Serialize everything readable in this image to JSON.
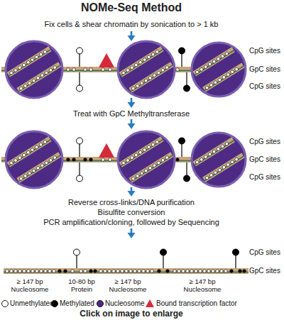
{
  "diagram": {
    "title": "NOMe-Seq Method",
    "caption": "Click on image to enlarge",
    "labels": [
      "Fix cells & shear chromatin by sonication to > 1 kb",
      "CpG sites",
      "GpC sites",
      "CpG sites",
      "Treat with GpC Methyltransferase",
      "CpG sites",
      "GpC sites",
      "CpG sites",
      "Reverse cross-links/DNA purification",
      "Bisulfite conversion",
      "PCR amplification/cloning, followed by Sequencing",
      "CpG sites",
      "GpC sites",
      "≥ 147 bp Nucleosome",
      "10-80 bp Protein",
      "≥ 147 bp Nucleosome",
      "≥ 147 bp Nucleosome"
    ],
    "legend": [
      {
        "text": "Unmethylated",
        "color": "#ffffff"
      },
      {
        "text": "Methylated",
        "color": "#000000"
      },
      {
        "text": "Nucleosome",
        "color": "#4d2b84"
      },
      {
        "text": "Bound transcription factor",
        "color": "#d42a3a"
      }
    ]
  }
}
